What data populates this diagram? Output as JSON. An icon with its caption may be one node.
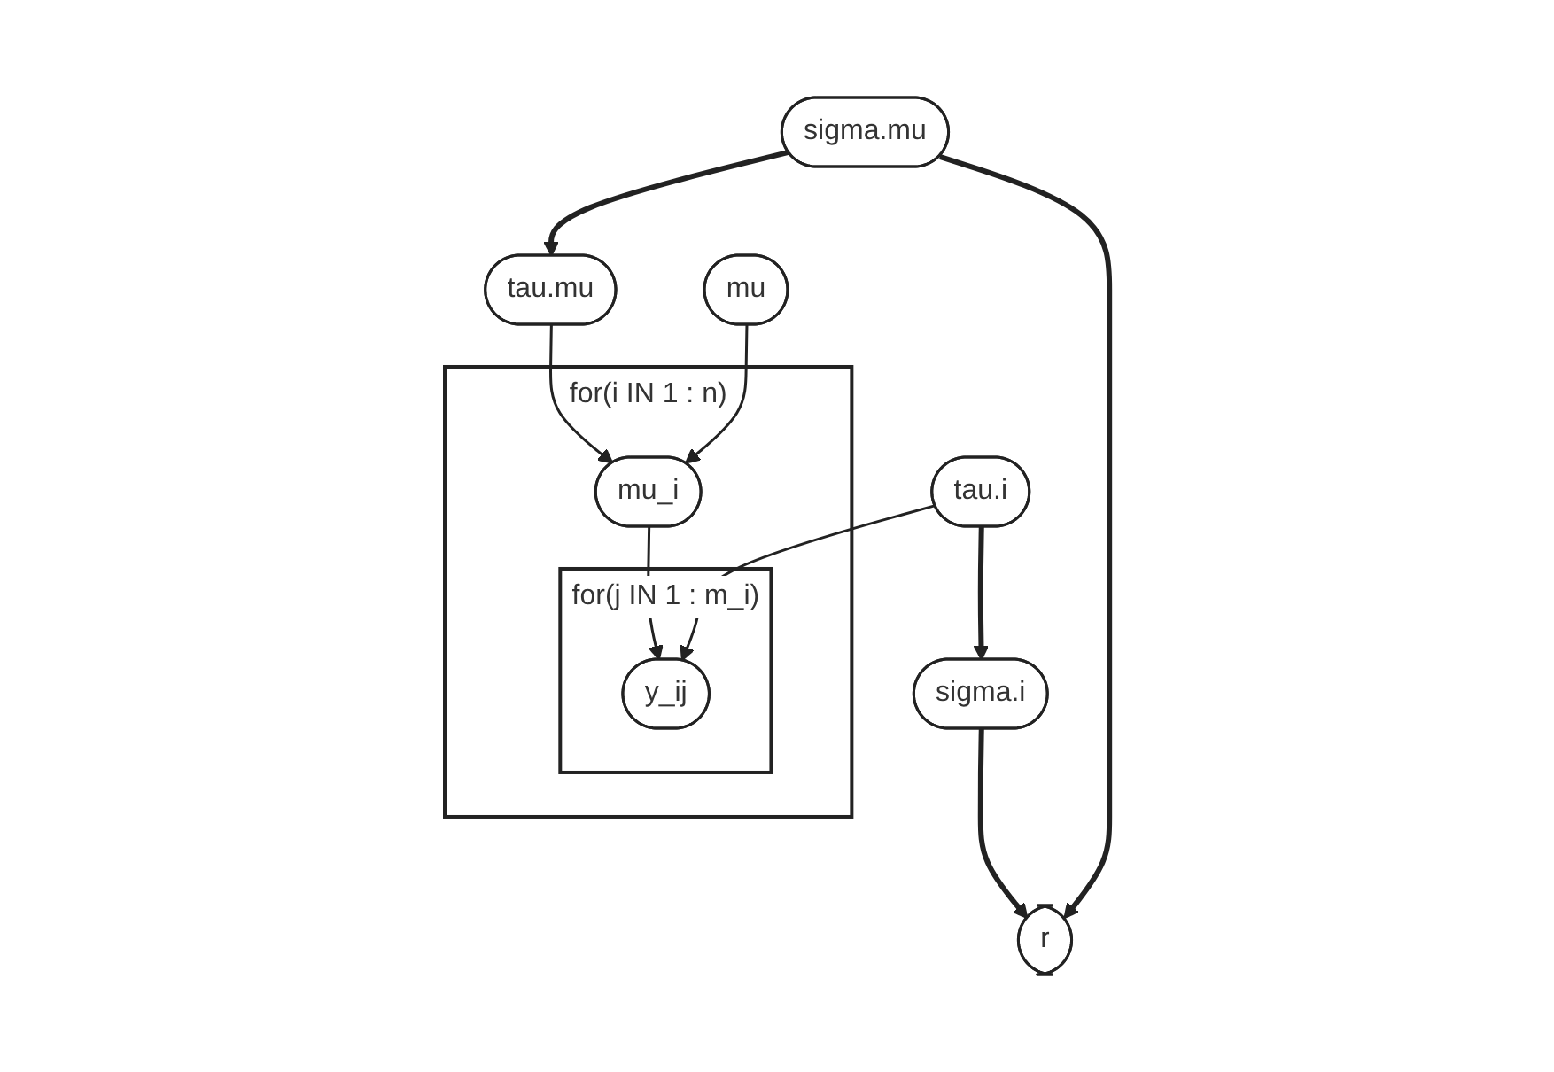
{
  "diagram": {
    "nodes": [
      {
        "text": [
          "sigma.mu"
        ]
      },
      {
        "text": [
          "sigma.i"
        ]
      },
      {
        "text": [
          "tau.mu"
        ]
      },
      {
        "text": [
          "r"
        ]
      },
      {
        "text": [
          "tau.i"
        ]
      },
      {
        "text": [
          "for(i IN 1 : n)"
        ]
      },
      {
        "text": [
          "mu_i"
        ],
        "in": 5
      },
      {
        "text": [
          "mu"
        ]
      },
      {
        "text": [
          "for(j IN 1 : m_i)"
        ],
        "in": 5
      },
      {
        "text": [
          "y_ij"
        ],
        "in": 8
      }
    ],
    "edges": [
      {
        "from": 0,
        "to": 2,
        "arrow": "to",
        "style": "thick"
      },
      {
        "from": 0,
        "to": 3,
        "arrow": "to",
        "style": "thick"
      },
      {
        "from": 1,
        "to": 3,
        "arrow": "to",
        "style": "thick"
      },
      {
        "from": 4,
        "to": 1,
        "arrow": "to",
        "style": "thick"
      },
      {
        "from": 2,
        "to": 6,
        "arrow": "to"
      },
      {
        "from": 7,
        "to": 6,
        "arrow": "to"
      },
      {
        "from": 6,
        "to": 9,
        "arrow": "to"
      },
      {
        "from": 4,
        "to": 9,
        "arrow": "to"
      }
    ]
  }
}
